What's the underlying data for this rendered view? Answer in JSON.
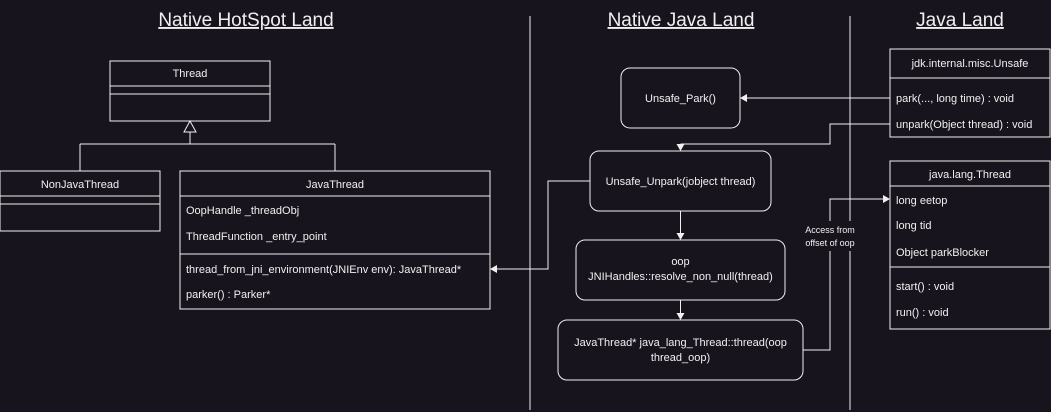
{
  "headings": {
    "hotspot": "Native HotSpot Land",
    "native_java": "Native Java Land",
    "java": "Java Land"
  },
  "thread_class": {
    "title": "Thread"
  },
  "non_java_thread_class": {
    "title": "NonJavaThread"
  },
  "java_thread_class": {
    "title": "JavaThread",
    "fields": [
      "OopHandle _threadObj",
      "ThreadFunction _entry_point"
    ],
    "methods": [
      "thread_from_jni_environment(JNIEnv env): JavaThread*",
      "parker() :  Parker*"
    ]
  },
  "unsafe_class": {
    "title": "jdk.internal.misc.Unsafe",
    "methods": [
      "park(..., long time) : void",
      "unpark(Object thread) : void"
    ]
  },
  "lang_thread_class": {
    "title": "java.lang.Thread",
    "fields": [
      "long eetop",
      "long tid",
      "Object parkBlocker"
    ],
    "methods": [
      "start() : void",
      "run() : void"
    ]
  },
  "native_nodes": {
    "unsafe_park": "Unsafe_Park()",
    "unsafe_unpark": "Unsafe_Unpark(jobject thread)",
    "resolve": [
      "oop",
      "JNIHandles::resolve_non_null(thread)"
    ],
    "java_lang_thread": [
      "JavaThread* java_lang_Thread::thread(oop",
      "thread_oop)"
    ]
  },
  "edge_labels": {
    "access_offset": [
      "Access from",
      "offset of oop"
    ]
  }
}
